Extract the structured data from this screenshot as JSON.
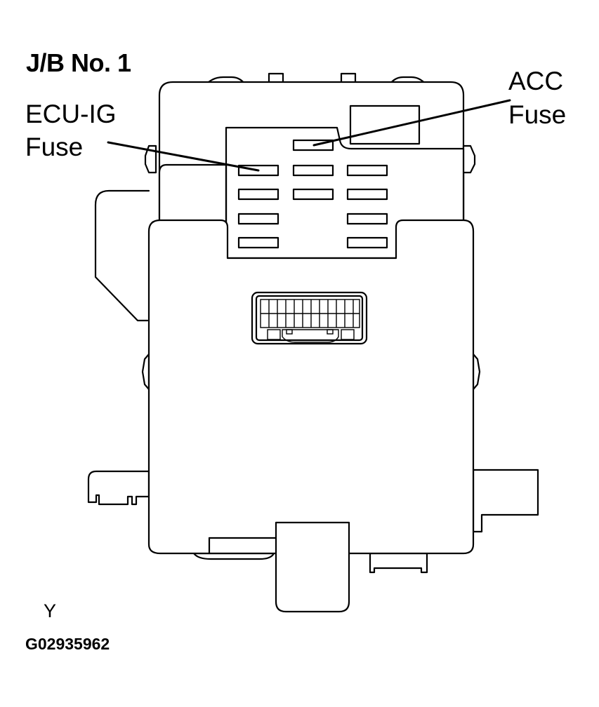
{
  "diagram": {
    "title": "J/B No. 1",
    "callouts": {
      "ecu_ig_fuse": {
        "line1": "ECU-IG",
        "line2": "Fuse"
      },
      "acc_fuse": {
        "line1": "ACC",
        "line2": "Fuse"
      }
    },
    "view_marker": "Y",
    "figure_code": "G02935962"
  },
  "colors": {
    "stroke": "#000000",
    "background": "#ffffff"
  },
  "fuse_grid": {
    "columns": 3,
    "rows": 4,
    "top_row_slots": 1
  }
}
